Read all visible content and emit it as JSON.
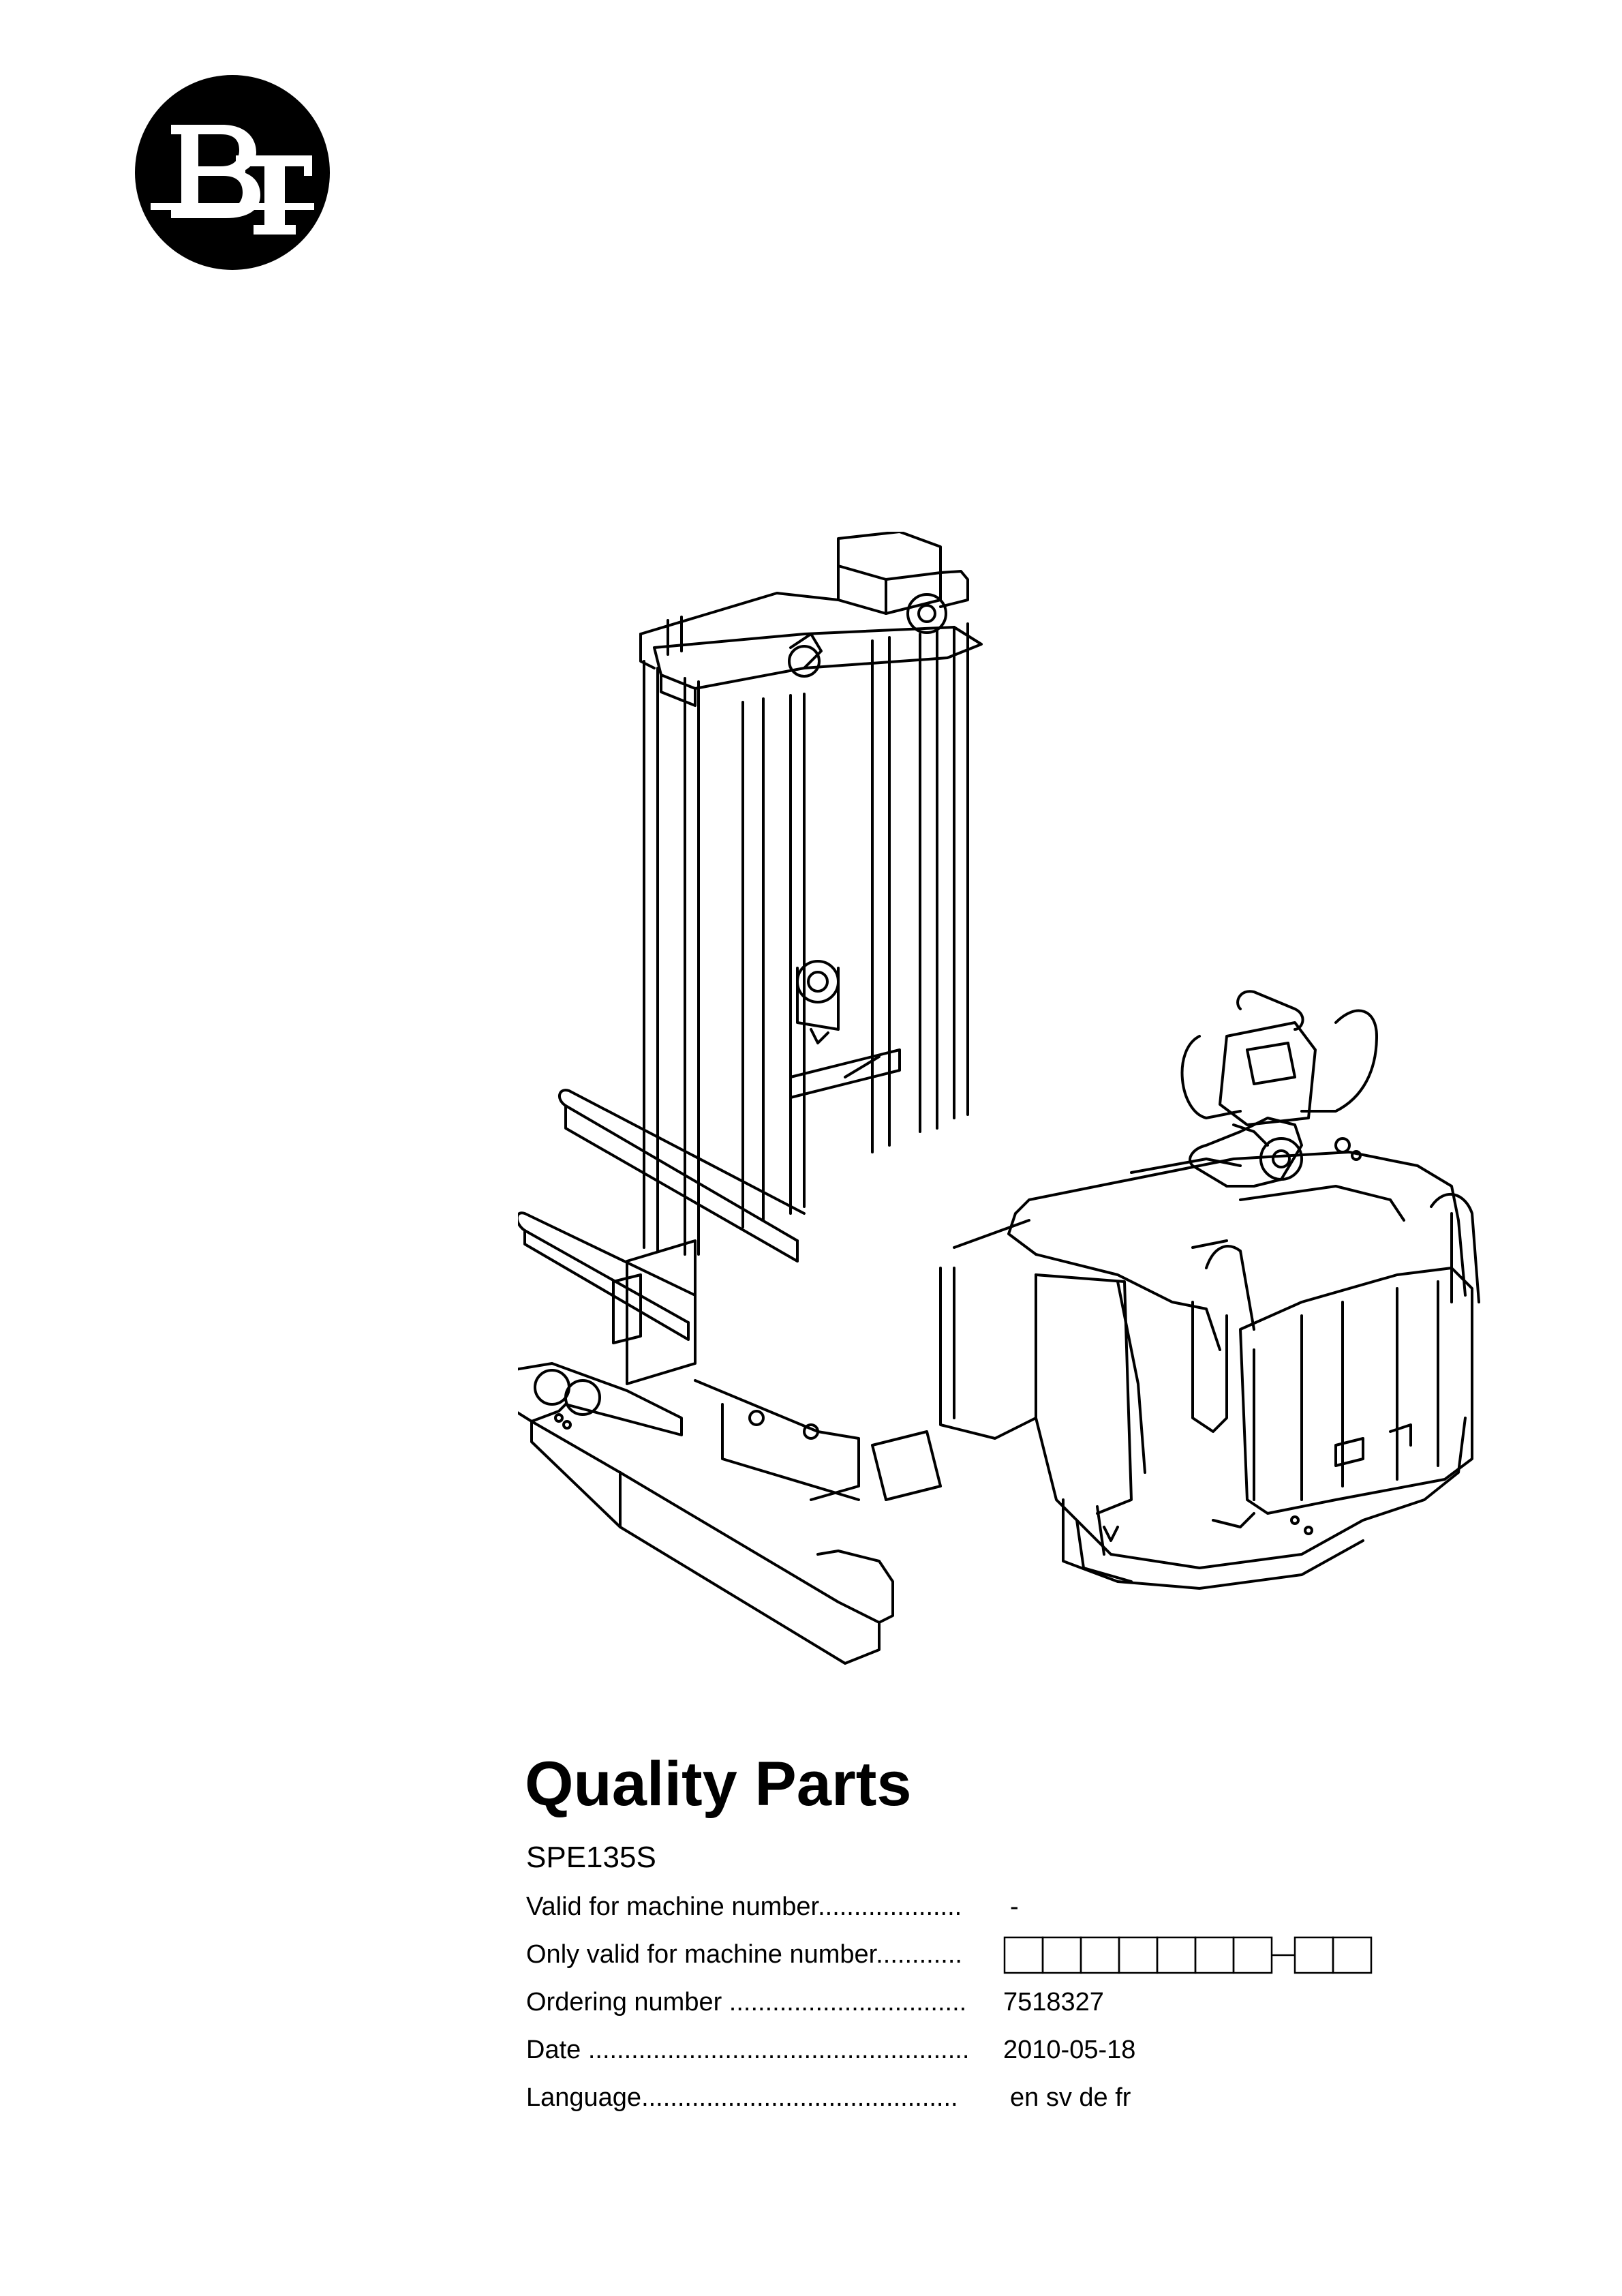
{
  "logo": {
    "text": "BT",
    "icon": "bt-logo-circle"
  },
  "illustration": {
    "icon": "pallet-stacker-line-drawing"
  },
  "title": "Quality Parts",
  "model": "SPE135S",
  "info": [
    {
      "label": "Valid for machine number....................",
      "value": "-"
    },
    {
      "label": "Only valid for machine number............",
      "value": ""
    },
    {
      "label": "Ordering number .................................",
      "value": "7518327"
    },
    {
      "label": "Date .....................................................",
      "value": "2010-05-18"
    },
    {
      "label": "Language............................................",
      "value": "en sv de fr"
    }
  ],
  "machine_number_boxes": {
    "first_group": 7,
    "second_group": 2
  }
}
